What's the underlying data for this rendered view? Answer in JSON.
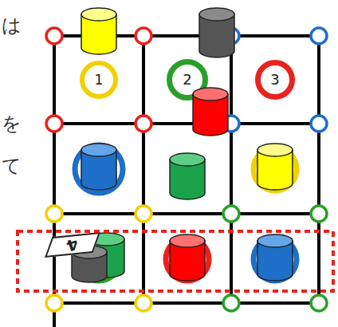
{
  "diagram": {
    "nodes": [
      {
        "text": [
          "1"
        ]
      },
      {
        "text": [
          "2"
        ]
      },
      {
        "text": [
          "3"
        ]
      },
      {
        "text": [
          "4"
        ]
      }
    ],
    "labels": [
      "は",
      "を",
      "て"
    ]
  }
}
